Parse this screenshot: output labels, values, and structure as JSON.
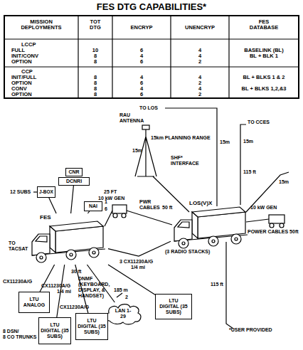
{
  "diagram": {
    "title": "FES DTG CAPABILITIES*",
    "nodes": [
      {
        "text": [
          "CNR"
        ]
      },
      {
        "text": [
          "DCNRI"
        ]
      },
      {
        "text": [
          "J-BOX"
        ]
      },
      {
        "text": [
          "NAI"
        ]
      },
      {
        "text": [
          "FES"
        ]
      },
      {
        "text": [
          "LOS(V)X"
        ]
      },
      {
        "text": [
          "LTU",
          "ANALOG"
        ]
      },
      {
        "text": [
          "LTU",
          "DIGITAL (35 SUBS)"
        ]
      },
      {
        "text": [
          "LAN 1-29"
        ]
      },
      {
        "text": [
          "LTU",
          "DIGITAL (35 SUBS)"
        ]
      },
      {
        "text": [
          "LTU",
          "DIGITAL (35 SUBS)"
        ]
      }
    ],
    "edges": [
      {
        "from": 1,
        "to": 4,
        "arrow": "none"
      },
      {
        "from": 2,
        "to": 4,
        "arrow": "none"
      },
      {
        "from": 3,
        "to": 4,
        "arrow": "none"
      },
      {
        "from": 4,
        "to": 5,
        "arrow": "none"
      },
      {
        "from": 4,
        "to": 7,
        "arrow": "none"
      },
      {
        "from": 4,
        "to": 6,
        "arrow": "none"
      },
      {
        "from": 4,
        "to": 8,
        "arrow": "none"
      },
      {
        "from": 4,
        "to": 9,
        "arrow": "none"
      },
      {
        "from": 4,
        "to": 10,
        "arrow": "none"
      }
    ],
    "labels": [
      "MISSION DEPLOYMENTS",
      "TOT DTG",
      "ENCRYP",
      "UNENCRYP",
      "FES DATABASE",
      "LCCP",
      "FULL",
      "INIT/CONV",
      "OPTION",
      "10",
      "8",
      "8",
      "6",
      "4",
      "6",
      "4",
      "4",
      "2",
      "BASELINK (BL)",
      "BL + BLK 1",
      "CCP",
      "INIT/FULL",
      "OPTION",
      "CONV",
      "OPTION",
      "8",
      "8",
      "8",
      "8",
      "4",
      "6",
      "4",
      "6",
      "4",
      "2",
      "4",
      "2",
      "BL + BLKS 1 & 2",
      "BL + BLKS 1,2,&3",
      "TO LOS",
      "RAU ANTENNA",
      "15km PLANNING RANGE",
      "15m",
      "SHF* INTERFACE",
      "15m",
      "TO CCES",
      "15m",
      "115 ft",
      "15m",
      "12 SUBS",
      "1",
      "6",
      "25 FT",
      "10 kW GEN",
      "PWR CABLES",
      "50 ft",
      "10 kW GEN",
      "POWER CABLES 50ft",
      "TO TACSAT",
      "(3 RADIO STACKS)",
      "3 CX11230A/G",
      "1/4 mi",
      "30 ft",
      "DNMF (KEYBOARD, DISPLAY, & HANDSET)",
      "185 m",
      "2",
      "CX11230A/G",
      "CX11230A/G",
      "1/4 mi",
      "115 ft",
      "CX11230A/G",
      "8 DSN/",
      "8 CO TRUNKS",
      "*USER PROVIDED"
    ]
  }
}
